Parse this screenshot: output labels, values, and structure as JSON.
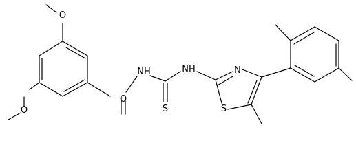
{
  "structure": {
    "atom_labels": {
      "o_methoxy_top": "O",
      "o_methoxy_bottom": "O",
      "o_carbonyl": "O",
      "nh_amide": "NH",
      "nh_thio": "NH",
      "s_thione": "S",
      "n_thiazole": "N",
      "s_thiazole": "S"
    }
  }
}
